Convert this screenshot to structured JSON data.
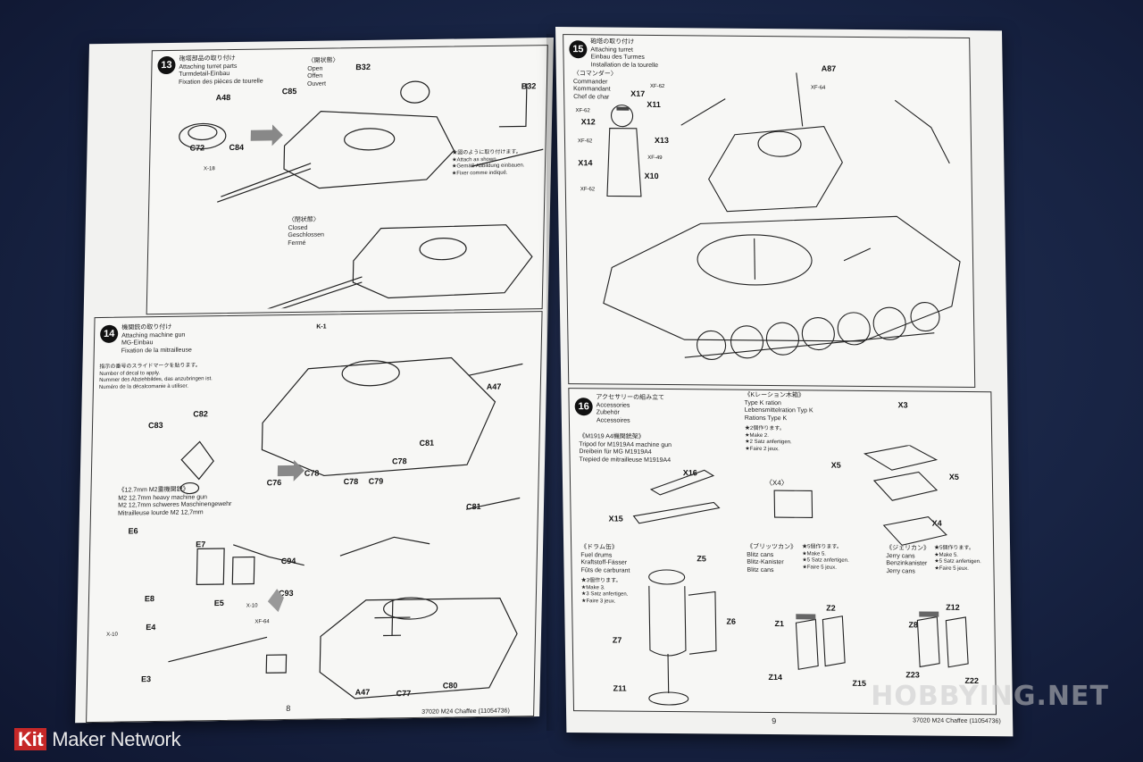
{
  "left_page": {
    "step13": {
      "number": "13",
      "titles": [
        "砲塔部品の取り付け",
        "Attaching turret parts",
        "Turmdetail-Einbau",
        "Fixation des pièces de tourelle"
      ],
      "open_labels": [
        "〈開状態〉",
        "Open",
        "Offen",
        "Ouvert"
      ],
      "closed_labels": [
        "〈閉状態〉",
        "Closed",
        "Geschlossen",
        "Fermé"
      ],
      "attach_note": [
        "★図のように取り付けます。",
        "★Attach as shown.",
        "★Gemäß Abbildung einbauen.",
        "★Fixer comme indiqué."
      ],
      "parts": [
        "A48",
        "C85",
        "B32",
        "C72",
        "C84",
        "B32"
      ],
      "paint": "X-18"
    },
    "step14": {
      "number": "14",
      "titles": [
        "機関銃の取り付け",
        "Attaching machine gun",
        "MG-Einbau",
        "Fixation de la mitrailleuse"
      ],
      "decal_note": [
        "指示の番号のスライドマークを貼ります。",
        "Number of decal to apply.",
        "Nummer des Abziehbildes, das anzubringen ist.",
        "Numéro de la décalcomanie à utiliser."
      ],
      "parts": [
        "K-1",
        "A47",
        "C82",
        "C83",
        "C81",
        "C78",
        "C76",
        "C78",
        "C78",
        "C79",
        "C81"
      ],
      "mg_titles": [
        "《12.7mm M2重機関銃》",
        "M2 12.7mm heavy machine gun",
        "M2 12,7mm schweres Maschinengewehr",
        "Mitrailleuse lourde M2 12,7mm"
      ],
      "mg_parts": [
        "E6",
        "E7",
        "E8",
        "E5",
        "E4",
        "E3",
        "C94",
        "C93",
        "A47",
        "C77",
        "C80"
      ],
      "mg_paint": [
        "X-10",
        "XF-64",
        "X-10"
      ]
    },
    "page_number": "8",
    "footer": "37020  M24 Chaffee  (11054736)"
  },
  "right_page": {
    "step15": {
      "number": "15",
      "titles": [
        "砲塔の取り付け",
        "Attaching turret",
        "Einbau des Turmes",
        "Installation de la tourelle"
      ],
      "commander_labels": [
        "〈コマンダー〉",
        "Commander",
        "Kommandant",
        "Chef de char"
      ],
      "parts": [
        "A87",
        "X17",
        "X11",
        "X12",
        "X13",
        "X14",
        "X10"
      ],
      "paint": [
        "XF-62",
        "XF-62",
        "XF-64",
        "XF-49",
        "XF-62",
        "XF-62"
      ]
    },
    "step16": {
      "number": "16",
      "titles": [
        "アクセサリーの組み立て",
        "Accessories",
        "Zubehör",
        "Accessoires"
      ],
      "tripod_titles": [
        "《M1919 A4機関銃架》",
        "Tripod for M1919A4 machine gun",
        "Dreibein für MG M1919A4",
        "Trepied de mitrailleuse M1919A4"
      ],
      "tripod_parts": [
        "X16",
        "X15"
      ],
      "k_ration_titles": [
        "《Kレーション木箱》",
        "Type K ration",
        "Lebensmittelration Typ K",
        "Rations Type K"
      ],
      "k_ration_note": [
        "★2個作ります。",
        "★Make 2.",
        "★2 Satz anfertigen.",
        "★Faire 2 jeux."
      ],
      "k_ration_parts": [
        "X3",
        "X5",
        "X5",
        "X4"
      ],
      "x4_label": "〈X4〉",
      "drum_titles": [
        "《ドラム缶》",
        "Fuel drums",
        "Kraftstoff-Fässer",
        "Fûts de carburant"
      ],
      "drum_note": [
        "★3個作ります。",
        "★Make 3.",
        "★3 Satz anfertigen.",
        "★Faire 3 jeux."
      ],
      "drum_parts": [
        "Z5",
        "Z6",
        "Z7",
        "Z11"
      ],
      "blitz_titles": [
        "《ブリッツカン》",
        "Blitz cans",
        "Blitz-Kanister",
        "Blitz cans"
      ],
      "blitz_note": [
        "★5個作ります。",
        "★Make 5.",
        "★5 Satz anfertigen.",
        "★Faire 5 jeux."
      ],
      "blitz_parts": [
        "Z1",
        "Z2",
        "Z14",
        "Z15"
      ],
      "jerry_titles": [
        "《ジェリカン》",
        "Jerry cans",
        "Benzinkanister",
        "Jerry cans"
      ],
      "jerry_note": [
        "★5個作ります。",
        "★Make 5.",
        "★5 Satz anfertigen.",
        "★Faire 5 jeux."
      ],
      "jerry_parts": [
        "Z8",
        "Z12",
        "Z23",
        "Z22"
      ]
    },
    "page_number": "9",
    "footer": "37020  M24 Chaffee  (11054736)"
  },
  "watermarks": {
    "left_kit": "Kit",
    "left_rest": " Maker Network",
    "right": "HOBBYING.NET"
  }
}
